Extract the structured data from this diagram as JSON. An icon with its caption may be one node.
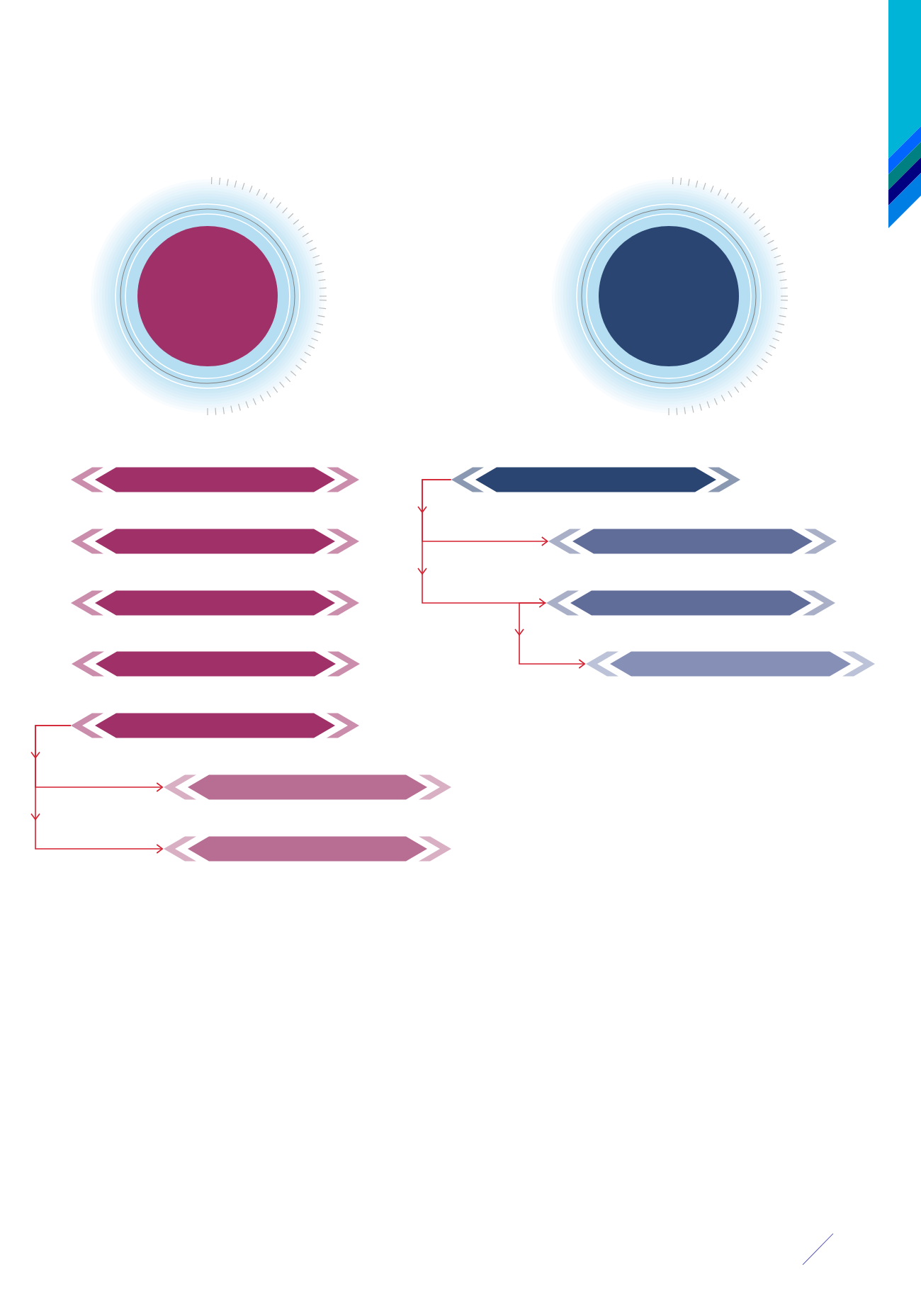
{
  "diagram": {
    "nodes": [
      {
        "text": [],
        "shape": "circle"
      },
      {
        "text": [],
        "shape": "circle"
      },
      {
        "text": [],
        "shape": "bar"
      },
      {
        "text": [],
        "shape": "bar"
      },
      {
        "text": [],
        "shape": "bar"
      },
      {
        "text": [],
        "shape": "bar"
      },
      {
        "text": [],
        "shape": "bar"
      },
      {
        "text": [],
        "shape": "bar"
      },
      {
        "text": [],
        "shape": "bar"
      },
      {
        "text": [],
        "shape": "bar"
      },
      {
        "text": [],
        "shape": "bar"
      },
      {
        "text": [],
        "shape": "bar"
      },
      {
        "text": [],
        "shape": "bar"
      }
    ],
    "edges": [
      {
        "from": 6,
        "to": 7,
        "arrow": "to"
      },
      {
        "from": 6,
        "to": 8,
        "arrow": "to"
      },
      {
        "from": 9,
        "to": 10,
        "arrow": "to"
      },
      {
        "from": 9,
        "to": 11,
        "arrow": "to"
      },
      {
        "from": 11,
        "to": 12,
        "arrow": "to"
      }
    ]
  }
}
